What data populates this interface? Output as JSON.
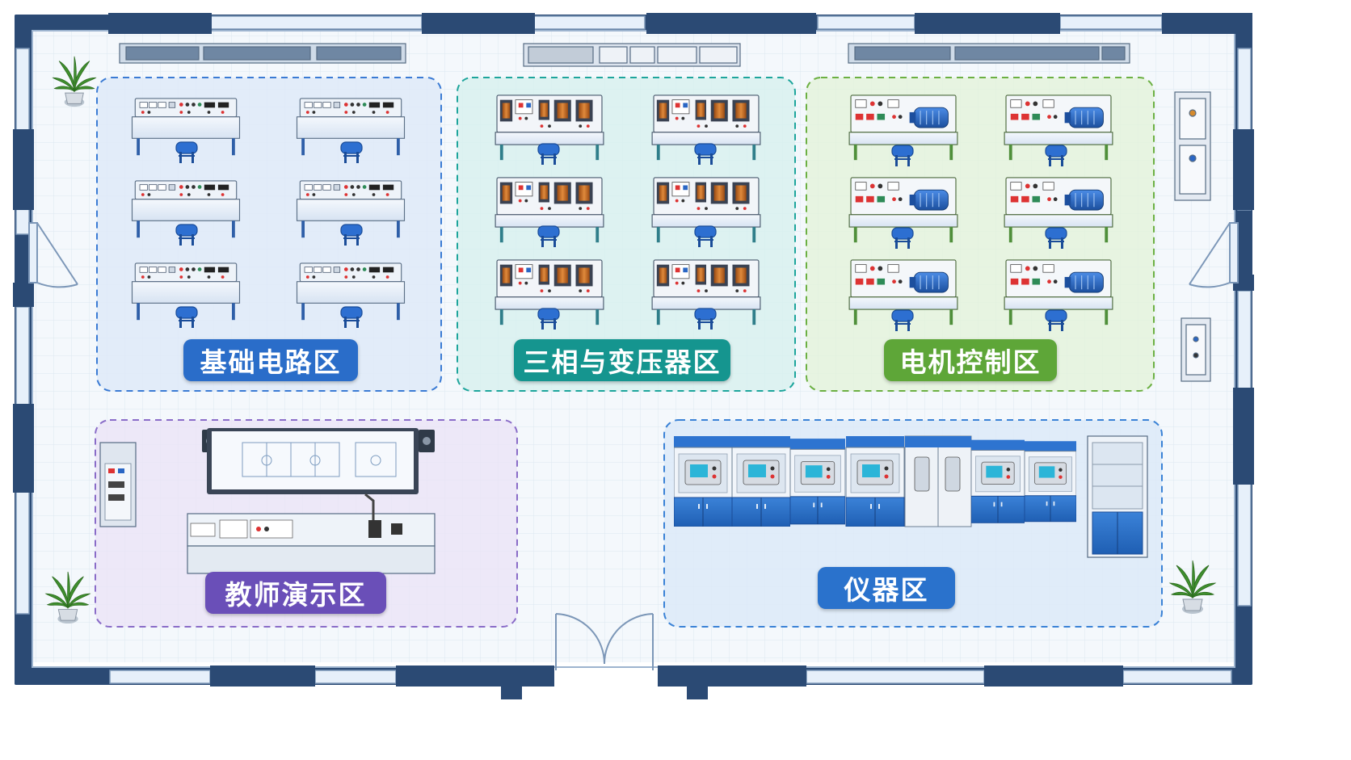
{
  "floor_plan": {
    "zones": [
      {
        "id": "basic-circuit",
        "label": "基础电路区",
        "color": "#2a6dc9",
        "fill": "#dce8f8",
        "stroke": "#3b7bd4"
      },
      {
        "id": "three-phase",
        "label": "三相与变压器区",
        "color": "#15958f",
        "fill": "#d6f0ee",
        "stroke": "#1ea59c"
      },
      {
        "id": "motor-control",
        "label": "电机控制区",
        "color": "#5ea638",
        "fill": "#e4f2da",
        "stroke": "#6cb043"
      },
      {
        "id": "teacher-demo",
        "label": "教师演示区",
        "color": "#6a4fb8",
        "fill": "#ebe4f6",
        "stroke": "#8a6cc8"
      },
      {
        "id": "instrument",
        "label": "仪器区",
        "color": "#2a72cc",
        "fill": "#dbe8f7",
        "stroke": "#3a82d6"
      }
    ],
    "colors": {
      "wall": "#2b4a74",
      "wall_light": "#3d5f8e",
      "floor": "#f4f8fc",
      "grid": "#dde7f1",
      "chair": "#2d6fd1",
      "desk_top": "#e6eef8",
      "desk_leg_blue": "#2f5fa8",
      "desk_leg_teal": "#2f7e8a",
      "desk_leg_green": "#4f8f3a",
      "motor": "#2a66c4",
      "transformer_coil": "#c8691f"
    },
    "icons": [
      "plant-icon",
      "chair-icon",
      "workbench-icon",
      "motor-icon",
      "transformer-icon",
      "speaker-icon",
      "cabinet-icon",
      "door-icon"
    ]
  }
}
